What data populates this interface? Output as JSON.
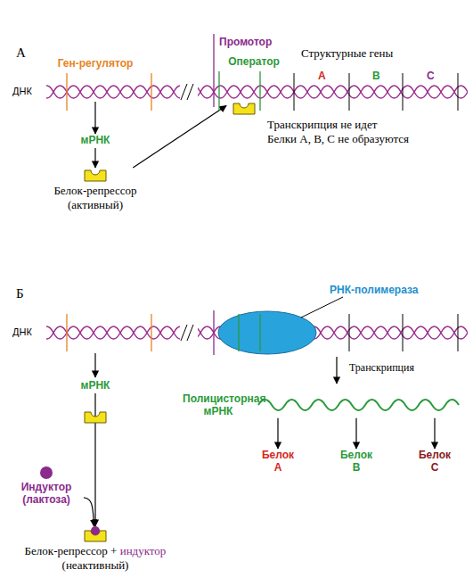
{
  "diagram": {
    "nodes": [
      {
        "text": [
          "Ген-регулятор"
        ]
      },
      {
        "text": [
          "мРНК"
        ]
      },
      {
        "text": [
          "Белок-репрессор (активный)"
        ]
      },
      {
        "text": [
          "Оператор"
        ]
      },
      {
        "text": [
          "мРНК"
        ]
      },
      {
        "text": [
          "Индуктор (лактоза)"
        ]
      },
      {
        "text": [
          "Белок-репрессор + индуктор (неактивный)"
        ]
      },
      {
        "text": [
          "Полицисторная мРНК"
        ]
      },
      {
        "text": [
          "Белок A"
        ]
      },
      {
        "text": [
          "Белок B"
        ]
      },
      {
        "text": [
          "Белок C"
        ]
      }
    ],
    "edges": [
      {
        "from": 0,
        "to": 1,
        "arrow": "to"
      },
      {
        "from": 1,
        "to": 2,
        "arrow": "to"
      },
      {
        "from": 2,
        "to": 3,
        "arrow": "to"
      },
      {
        "from": 4,
        "to": 6,
        "arrow": "to"
      },
      {
        "from": 5,
        "to": 6,
        "arrow": "to"
      },
      {
        "from": 7,
        "to": 8,
        "arrow": "to"
      },
      {
        "from": 7,
        "to": 9,
        "arrow": "to"
      },
      {
        "from": 7,
        "to": 10,
        "arrow": "to"
      }
    ],
    "labels": [
      "А",
      "Промотор",
      "Структурные гены",
      "A",
      "B",
      "C",
      "ДНК",
      "Транскрипция не идет Белки А, В, С не образуются",
      "Б",
      "РНК-полимераза",
      "ДНК",
      "Транскрипция"
    ]
  }
}
